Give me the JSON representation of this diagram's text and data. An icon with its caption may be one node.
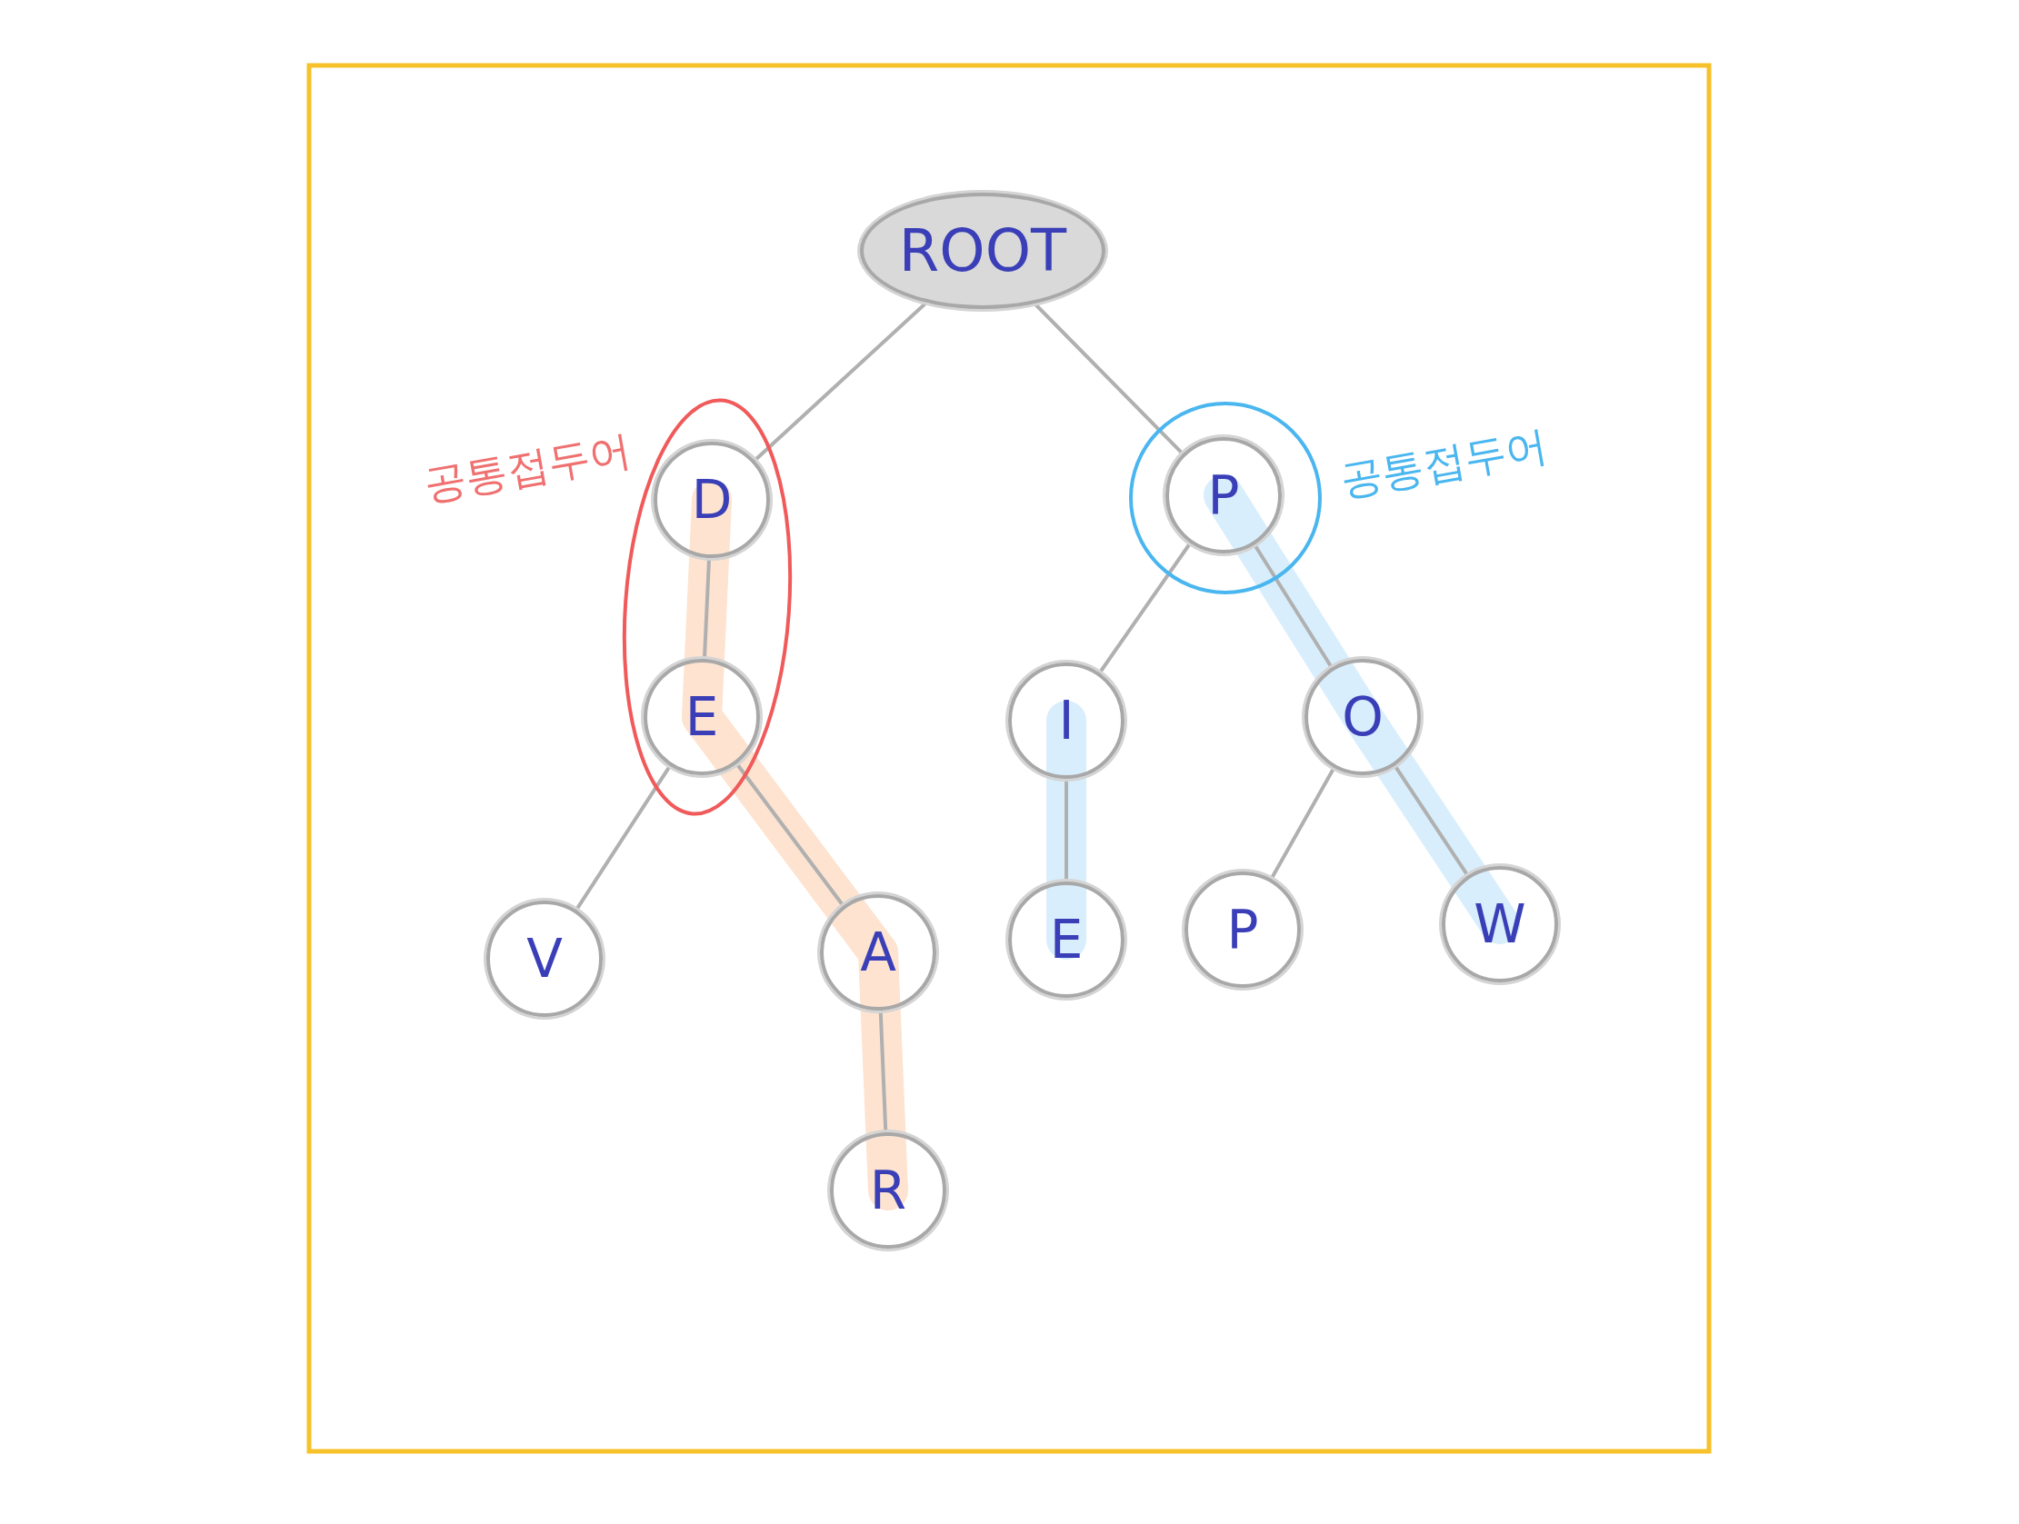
{
  "diagram": {
    "nodes": [
      {
        "text": [
          "ROOT"
        ]
      },
      {
        "text": [
          "D"
        ]
      },
      {
        "text": [
          "P"
        ]
      },
      {
        "text": [
          "E"
        ]
      },
      {
        "text": [
          "I"
        ]
      },
      {
        "text": [
          "O"
        ]
      },
      {
        "text": [
          "V"
        ]
      },
      {
        "text": [
          "A"
        ]
      },
      {
        "text": [
          "E"
        ]
      },
      {
        "text": [
          "P"
        ]
      },
      {
        "text": [
          "W"
        ]
      },
      {
        "text": [
          "R"
        ]
      }
    ],
    "edges": [
      {
        "from": 0,
        "to": 1,
        "arrow": "none"
      },
      {
        "from": 0,
        "to": 2,
        "arrow": "none"
      },
      {
        "from": 1,
        "to": 3,
        "arrow": "none"
      },
      {
        "from": 3,
        "to": 6,
        "arrow": "none"
      },
      {
        "from": 3,
        "to": 7,
        "arrow": "none"
      },
      {
        "from": 7,
        "to": 11,
        "arrow": "none"
      },
      {
        "from": 2,
        "to": 4,
        "arrow": "none"
      },
      {
        "from": 2,
        "to": 5,
        "arrow": "none"
      },
      {
        "from": 4,
        "to": 8,
        "arrow": "none"
      },
      {
        "from": 5,
        "to": 9,
        "arrow": "none"
      },
      {
        "from": 5,
        "to": 10,
        "arrow": "none"
      }
    ],
    "labels": [
      "공통접두어",
      "공통접두어"
    ]
  }
}
